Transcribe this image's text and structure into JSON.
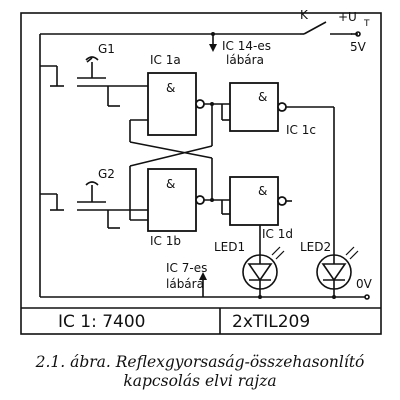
{
  "labels": {
    "g1": "G1",
    "g2": "G2",
    "ic1a": "IC 1a",
    "ic1b": "IC 1b",
    "ic1c": "IC 1c",
    "ic1d": "IC 1d",
    "and_symbol": "&",
    "switch_k": "K",
    "supply": "+U",
    "supply_sub": "T",
    "supply_voltage": "5V",
    "pin14_line1": "IC 14-es",
    "pin14_line2": "lábára",
    "pin7_line1": "IC 7-es",
    "pin7_line2": "lábára",
    "led1": "LED1",
    "led2": "LED2",
    "ground": "0V",
    "ic_type": "IC 1: 7400",
    "led_type": "2xTIL209"
  },
  "caption": {
    "line1": "2.1. ábra. Reflexgyorsaság-összehasonlító",
    "line2": "kapcsolás elvi rajza"
  }
}
